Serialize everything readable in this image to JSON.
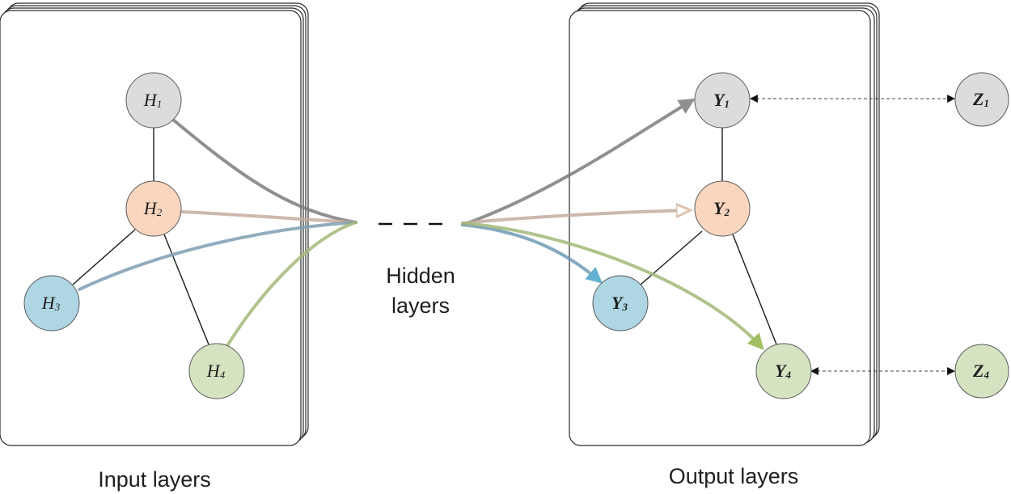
{
  "captions": {
    "input": "Input layers",
    "hidden_line1": "Hidden",
    "hidden_line2": "layers",
    "output": "Output layers"
  },
  "colors": {
    "gray_node": "#dcdcdd",
    "orange_node": "#fbd6bf",
    "blue_node": "#aed6e3",
    "green_node": "#d5e3c1",
    "gray_flow": "#7d7d7d",
    "orange_flow": "#c4ada0",
    "blue_flow": "#6f9bb5",
    "green_flow": "#a3b97a"
  },
  "input_nodes": [
    {
      "id": "H1",
      "letter": "H",
      "sub": "1",
      "color": "#dcdcdd"
    },
    {
      "id": "H2",
      "letter": "H",
      "sub": "2",
      "color": "#fbd6bf"
    },
    {
      "id": "H3",
      "letter": "H",
      "sub": "3",
      "color": "#aed6e3"
    },
    {
      "id": "H4",
      "letter": "H",
      "sub": "4",
      "color": "#d5e3c1"
    }
  ],
  "output_nodes": [
    {
      "id": "Y1",
      "letter": "Y",
      "sub": "1",
      "color": "#dcdcdd"
    },
    {
      "id": "Y2",
      "letter": "Y",
      "sub": "2",
      "color": "#fbd6bf"
    },
    {
      "id": "Y3",
      "letter": "Y",
      "sub": "3",
      "color": "#aed6e3"
    },
    {
      "id": "Y4",
      "letter": "Y",
      "sub": "4",
      "color": "#d5e3c1"
    }
  ],
  "side_nodes": [
    {
      "id": "Z1",
      "letter": "Z",
      "sub": "1",
      "color": "#dcdcdd"
    },
    {
      "id": "Z4",
      "letter": "Z",
      "sub": "4",
      "color": "#d5e3c1"
    }
  ]
}
